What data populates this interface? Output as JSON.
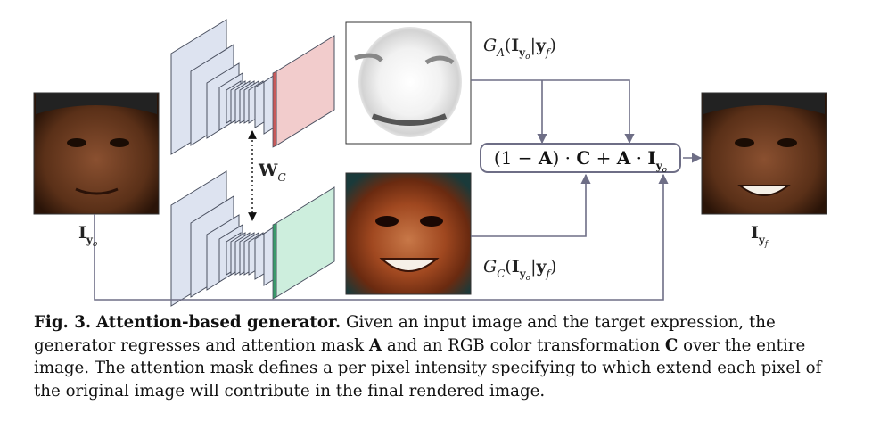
{
  "figure": {
    "input_label": "I",
    "input_sub": "y",
    "input_subsub": "o",
    "output_label": "I",
    "output_sub": "y",
    "output_subsub": "f",
    "shared_weights_label": "W",
    "shared_weights_sub": "G",
    "attention_label": "G_A(I_{y_o}|y_f)",
    "color_label": "G_C(I_{y_o}|y_f)",
    "formula": "(1 − A) · C + A · I_{y_o}"
  },
  "caption": {
    "figure_number": "Fig. 3.",
    "title": "Attention-based generator.",
    "text_1": " Given an input image and the target expression, the generator regresses and attention mask ",
    "bold_A": "A",
    "text_2": " and an RGB color transformation ",
    "bold_C": "C",
    "text_3": " over the entire image. The attention mask defines a per pixel intensity specifying to which extend each pixel of the original image will contribute in the final rendered image."
  },
  "colors": {
    "layer_fill": "#dde3f0",
    "layer_stroke": "#4a5060",
    "attention_output": "#f2cccc",
    "attention_edge": "#c85a5a",
    "color_output": "#cdeedd",
    "color_edge": "#3a9a6a",
    "arrow": "#6e6e86"
  }
}
